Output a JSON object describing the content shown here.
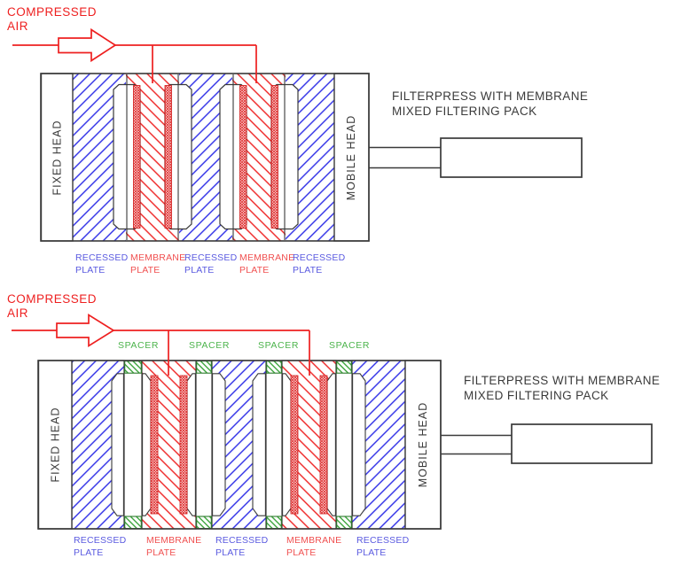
{
  "colors": {
    "air_red": "#ee2020",
    "recessed_blue_hatch": "#2a2ae6",
    "membrane_red_hatch": "#ee2020",
    "spacer_green_hatch": "#2f9e2f",
    "label_blue": "#5a5ae0",
    "label_red": "#f05050",
    "label_green": "#4cb44c",
    "outline": "#3a3a3a"
  },
  "top_diagram": {
    "compressed_air": {
      "line1": "COMPRESSED",
      "line2": "AIR"
    },
    "fixed_head_label": "FIXED HEAD",
    "mobile_head_label": "MOBILE HEAD",
    "title": {
      "line1": "FILTERPRESS WITH MEMBRANE",
      "line2": "MIXED FILTERING PACK"
    },
    "plate_labels": [
      {
        "line1": "RECESSED",
        "line2": "PLATE",
        "type": "recessed"
      },
      {
        "line1": "MEMBRANE",
        "line2": "PLATE",
        "type": "membrane"
      },
      {
        "line1": "RECESSED",
        "line2": "PLATE",
        "type": "recessed"
      },
      {
        "line1": "MEMBRANE",
        "line2": "PLATE",
        "type": "membrane"
      },
      {
        "line1": "RECESSED",
        "line2": "PLATE",
        "type": "recessed"
      }
    ]
  },
  "bottom_diagram": {
    "compressed_air": {
      "line1": "COMPRESSED",
      "line2": "AIR"
    },
    "spacer_labels": [
      "SPACER",
      "SPACER",
      "SPACER",
      "SPACER"
    ],
    "fixed_head_label": "FIXED HEAD",
    "mobile_head_label": "MOBILE HEAD",
    "title": {
      "line1": "FILTERPRESS WITH MEMBRANE",
      "line2": "MIXED FILTERING PACK"
    },
    "plate_labels": [
      {
        "line1": "RECESSED",
        "line2": "PLATE",
        "type": "recessed"
      },
      {
        "line1": "MEMBRANE",
        "line2": "PLATE",
        "type": "membrane"
      },
      {
        "line1": "RECESSED",
        "line2": "PLATE",
        "type": "recessed"
      },
      {
        "line1": "MEMBRANE",
        "line2": "PLATE",
        "type": "membrane"
      },
      {
        "line1": "RECESSED",
        "line2": "PLATE",
        "type": "recessed"
      }
    ]
  }
}
